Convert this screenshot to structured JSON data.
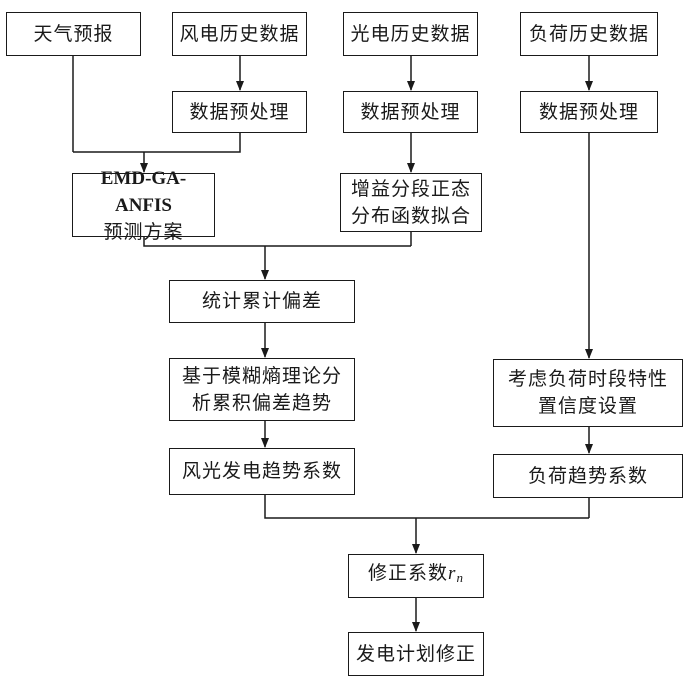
{
  "nodes": {
    "weather_forecast": "天气预报",
    "wind_history": "风电历史数据",
    "pv_history": "光电历史数据",
    "load_history": "负荷历史数据",
    "wind_preprocess": "数据预处理",
    "pv_preprocess": "数据预处理",
    "load_preprocess": "数据预处理",
    "emd_line1": "EMD-GA-ANFIS",
    "emd_line2": "预测方案",
    "gain_line1": "增益分段正态",
    "gain_line2": "分布函数拟合",
    "cum_deviation": "统计累计偏差",
    "fuzzy_line1": "基于模糊熵理论分",
    "fuzzy_line2": "析累积偏差趋势",
    "load_conf_line1": "考虑负荷时段特性",
    "load_conf_line2": "置信度设置",
    "wind_pv_trend": "风光发电趋势系数",
    "load_trend": "负荷趋势系数",
    "correction_label": "修正系数",
    "correction_symbol": "r",
    "correction_subscript": "n",
    "plan_correction": "发电计划修正"
  }
}
